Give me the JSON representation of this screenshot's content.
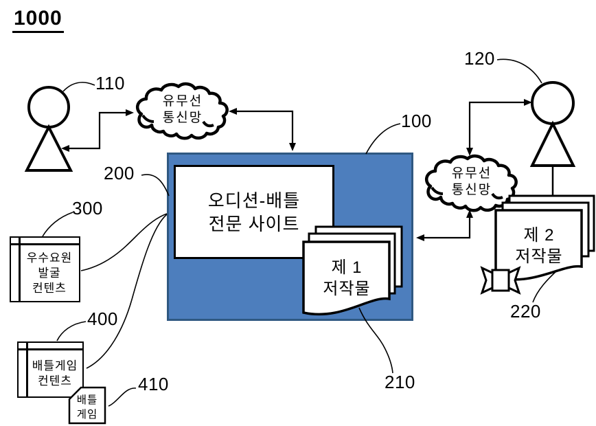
{
  "figure_number": "1000",
  "labels": {
    "system": "1000",
    "user1": "110",
    "user2": "120",
    "site": "100",
    "site_inner": "200",
    "work1": "210",
    "work2": "220",
    "content300": "300",
    "content400": "400",
    "game410": "410"
  },
  "nodes": {
    "network1": {
      "lines": [
        "유무선",
        "통신망"
      ]
    },
    "network2": {
      "lines": [
        "유무선",
        "통신망"
      ]
    },
    "site": {
      "lines": [
        "오디션-배틀",
        "전문 사이트"
      ]
    },
    "work1": {
      "lines": [
        "제 1",
        "저작물"
      ]
    },
    "work2": {
      "lines": [
        "제 2",
        "저작물"
      ]
    },
    "content300": {
      "lines": [
        "우수요원",
        "발굴",
        "컨텐츠"
      ]
    },
    "content400": {
      "lines": [
        "배틀게임",
        "컨텐츠"
      ]
    },
    "game410": {
      "lines": [
        "배틀",
        "게임"
      ]
    }
  },
  "icons": [
    "person-icon",
    "cloud-network-icon",
    "document-stack-icon",
    "certificate-ribbon-icon",
    "window-icon",
    "note-icon"
  ],
  "colors": {
    "site_box_fill": "#4d7ebd",
    "site_box_border": "#2f5881",
    "line_color": "#000000",
    "background": "#ffffff"
  }
}
